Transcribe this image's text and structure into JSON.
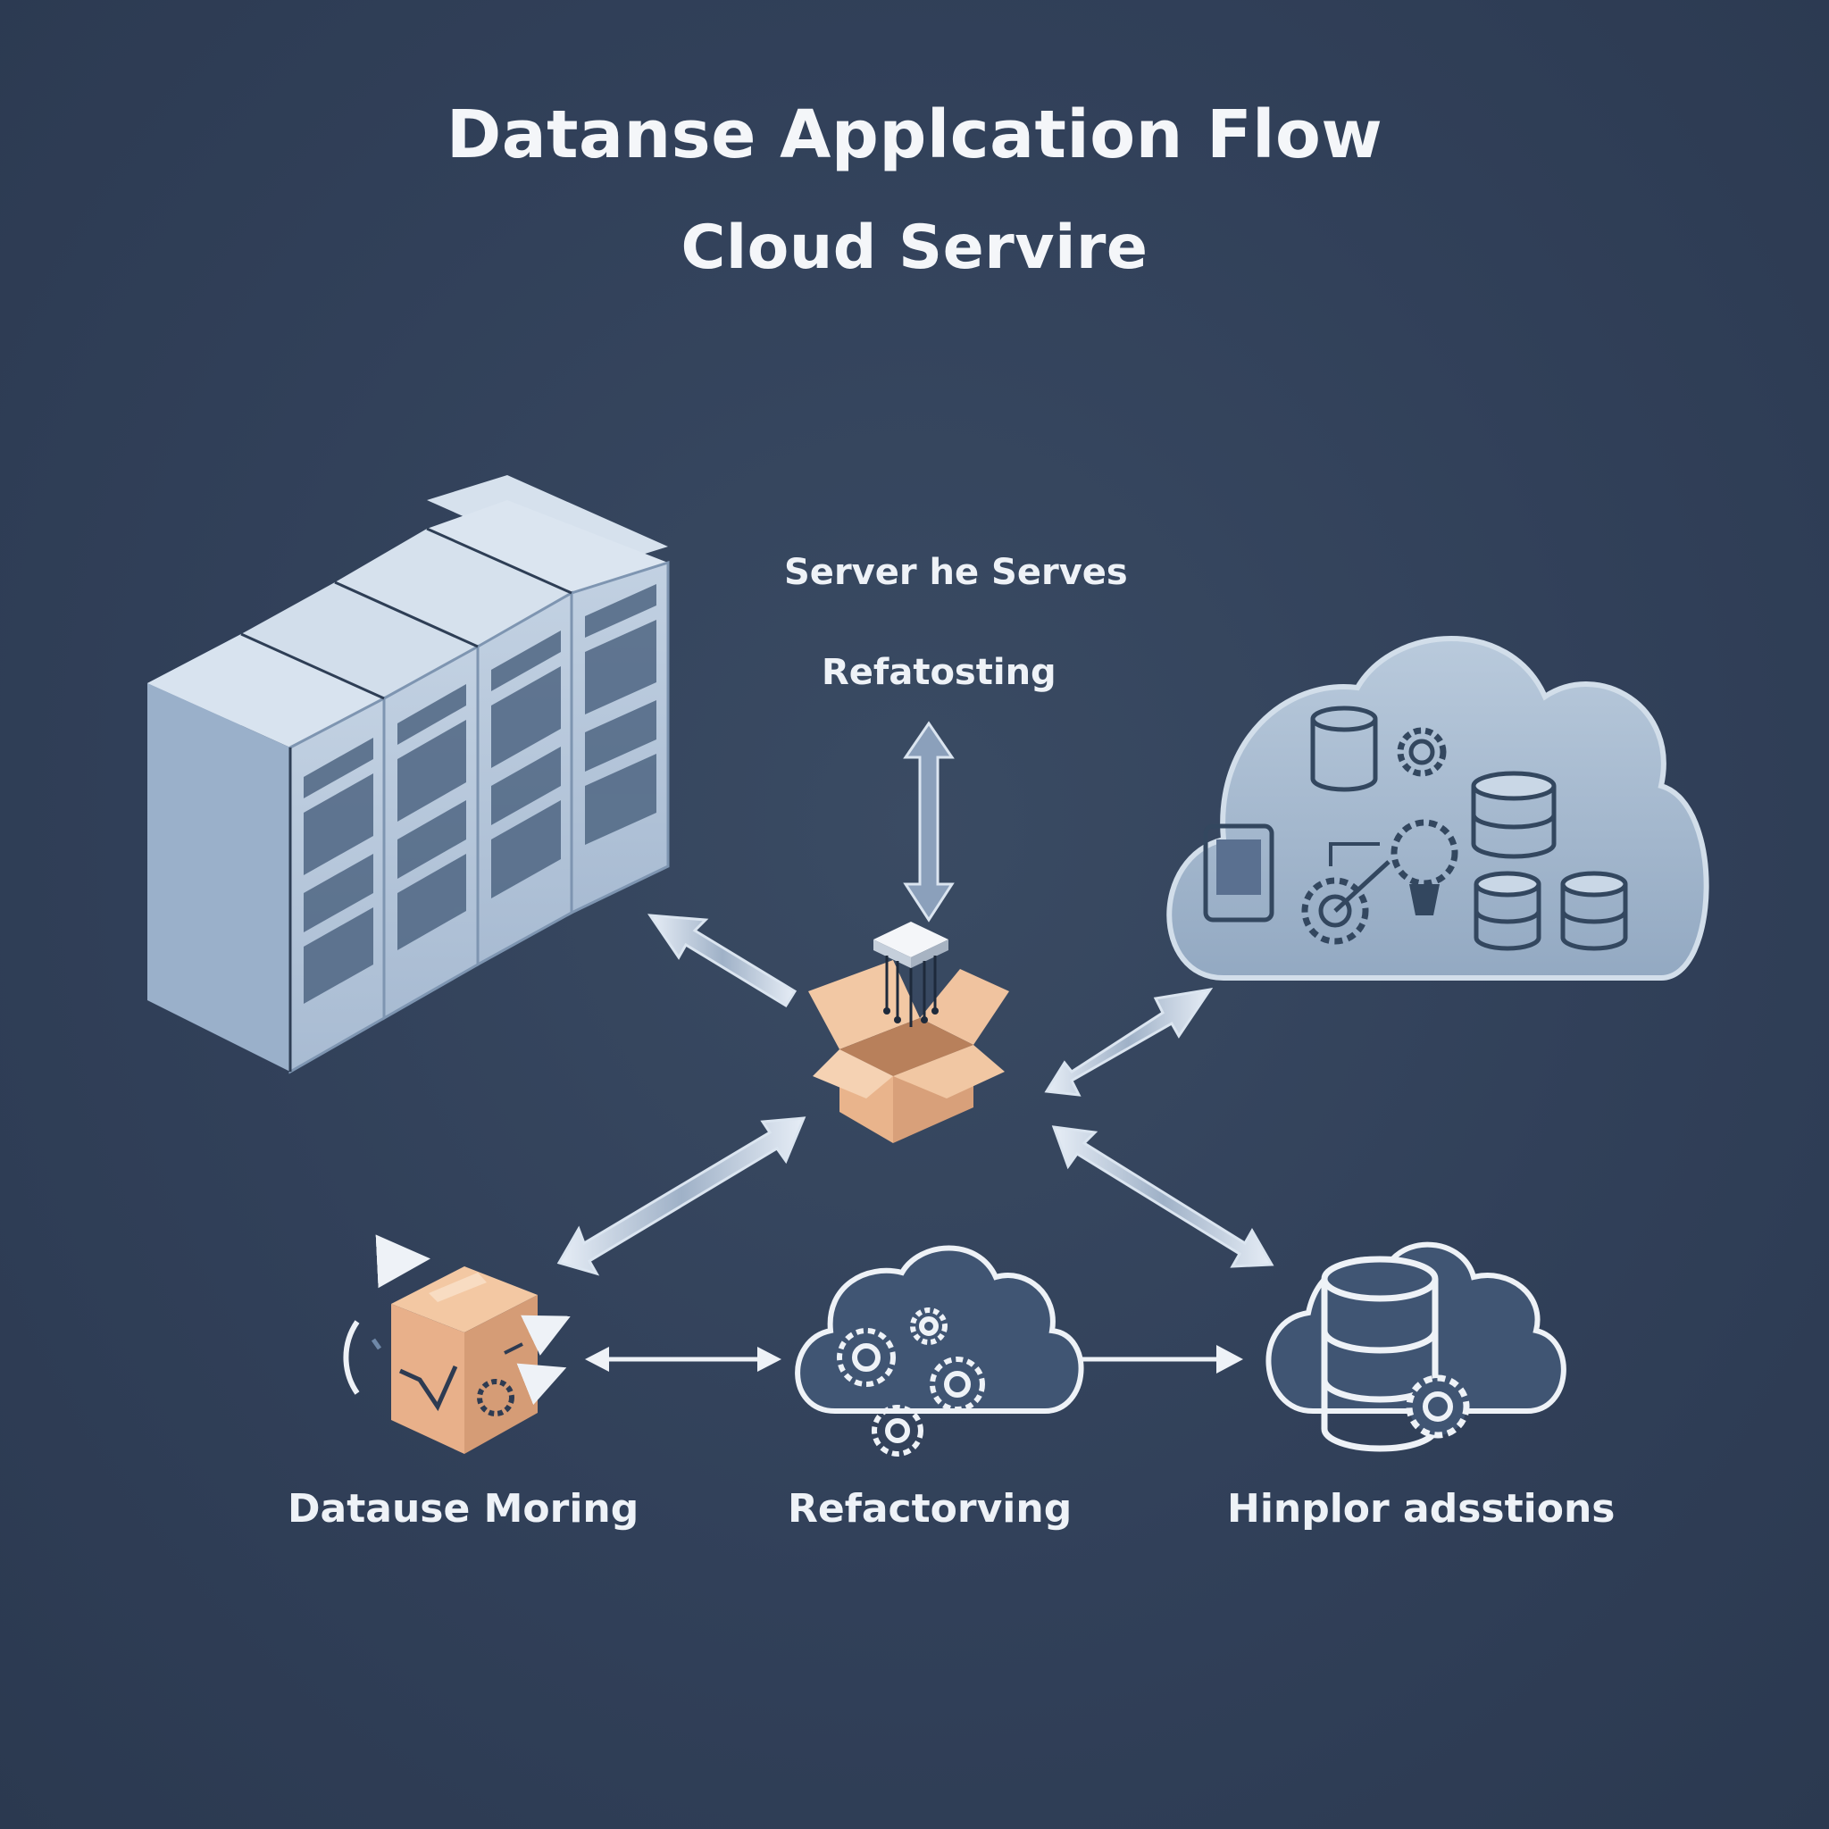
{
  "title": "Datanse Applcation Flow",
  "subtitle": "Cloud Servire",
  "labels": {
    "server_services": "Server he Serves",
    "refactoring_top": "Refatosting",
    "database_moving": "Datause Moring",
    "refactoring_bottom": "Refactorving",
    "deployed_apps": "Hinplor adsstions"
  },
  "icons": [
    "server-rack-icon",
    "cloud-database-icon",
    "open-box-chip-icon",
    "database-box-icon",
    "cloud-gears-icon",
    "cloud-database-gear-icon"
  ],
  "colors": {
    "background": "#314059",
    "rack": "#9fb3cc",
    "cloud": "#a9bdd3",
    "box": "#e8b48b",
    "arrow": "#c9d6e6",
    "text": "#eef2f7"
  }
}
